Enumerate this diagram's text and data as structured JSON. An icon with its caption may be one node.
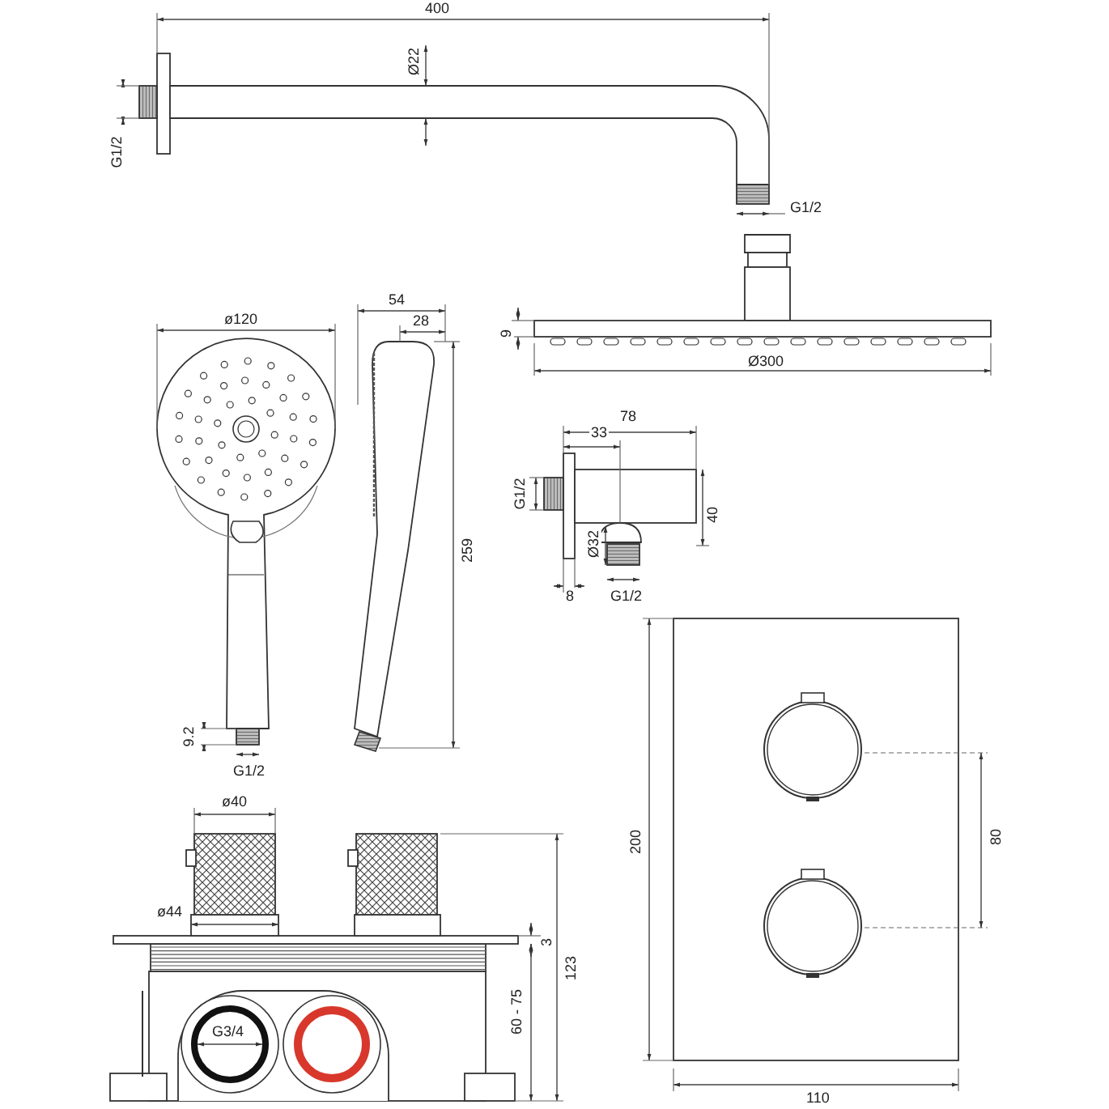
{
  "diagram": {
    "labels": [
      "400",
      "Ø22",
      "G1/2",
      "G1/2",
      "54",
      "ø120",
      "28",
      "9",
      "Ø300",
      "78",
      "33",
      "G1/2",
      "40",
      "Ø32",
      "8",
      "G1/2",
      "259",
      "9.2",
      "G1/2",
      "ø40",
      "200",
      "80",
      "ø44",
      "3",
      "123",
      "60 - 75",
      "G3/4",
      "110"
    ]
  }
}
